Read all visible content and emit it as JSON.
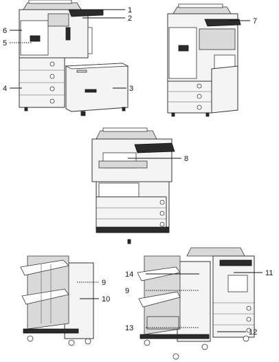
{
  "callouts": {
    "c1": "1",
    "c2": "2",
    "c3": "3",
    "c4": "4",
    "c5": "5",
    "c6": "6",
    "c7": "7",
    "c8": "8",
    "c9a": "9",
    "c10": "10",
    "c11": "11",
    "c12": "12",
    "c13": "13",
    "c14": "14",
    "c9b": "9"
  }
}
